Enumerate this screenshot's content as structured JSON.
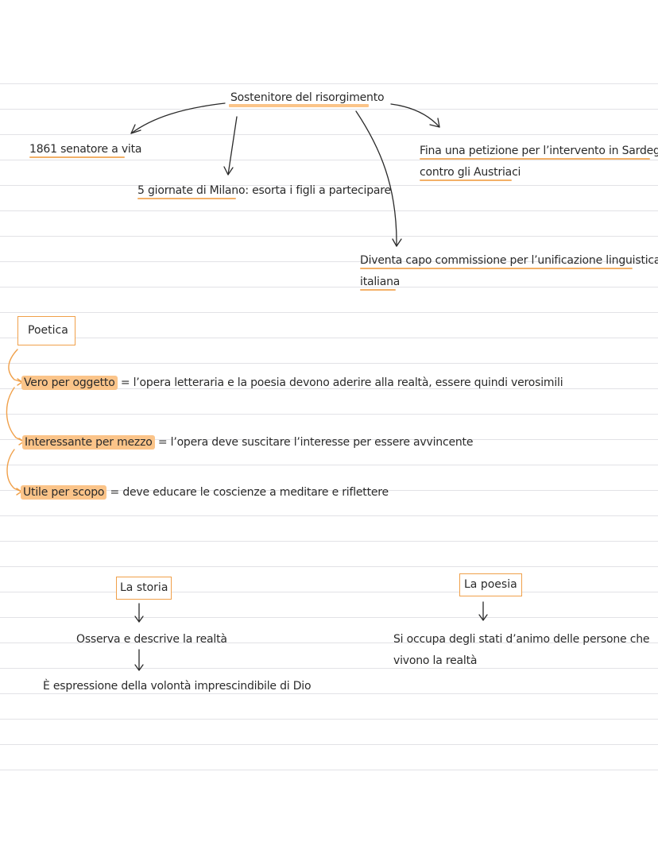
{
  "top": {
    "central": "Sostenitore del risorgimento",
    "senatore": "1861 senatore a vita",
    "milano": "5 giornate di Milano: esorta i figli a partecipare",
    "petizione_1": "Fina una petizione per l’intervento in Sardegna",
    "petizione_2": "contro gli Austriaci",
    "capo_1": "Diventa capo commissione per l’unificazione linguistica",
    "capo_2": "italiana"
  },
  "poetica": {
    "title": "Poetica",
    "items": [
      {
        "term": "Vero per oggetto",
        "definition": " = l’opera letteraria e la poesia devono aderire alla realtà, essere quindi verosimili"
      },
      {
        "term": "Interessante per mezzo",
        "definition": " = l’opera deve suscitare l’interesse per essere avvincente"
      },
      {
        "term": "Utile per scopo",
        "definition": " = deve educare le coscienze a meditare e riflettere"
      }
    ]
  },
  "storia": {
    "title": "La storia",
    "line1": "Osserva e descrive la realtà",
    "line2": "È espressione della volontà imprescindibile di Dio"
  },
  "poesia": {
    "title": "La poesia",
    "line1": "Si occupa degli stati d’animo delle persone che",
    "line2": "vivono la realtà"
  },
  "colors": {
    "highlight": "#fbc489",
    "underline": "#f3b067",
    "box_border": "#f0a04a",
    "ink": "#2a2a2a",
    "ruled_line": "#e2e2e6"
  }
}
